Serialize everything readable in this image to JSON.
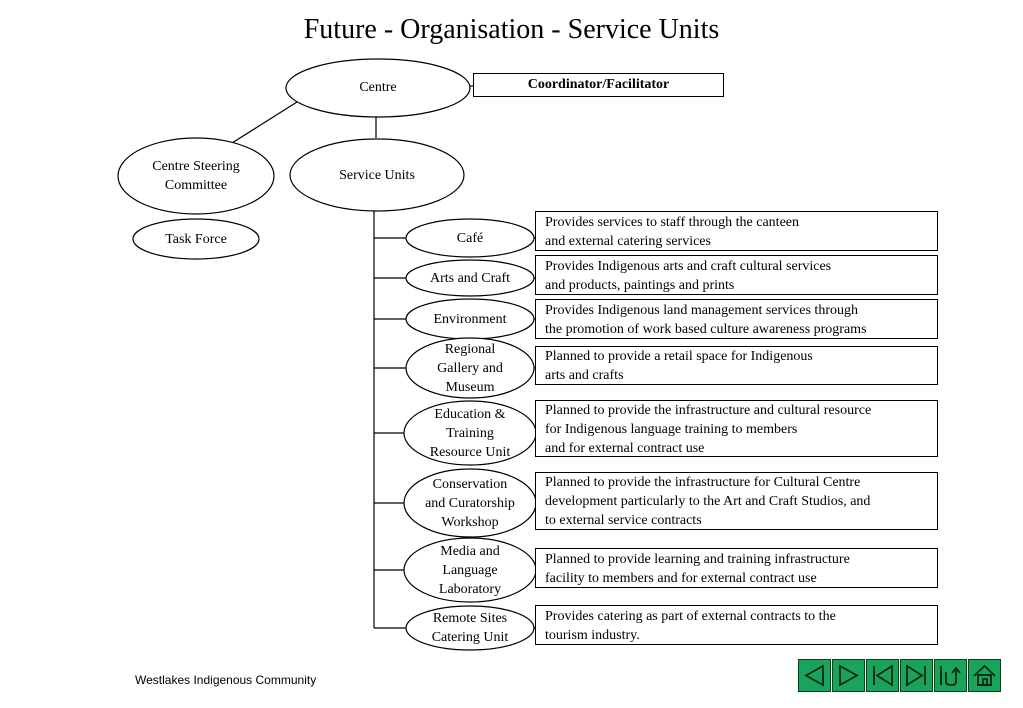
{
  "title": "Future - Organisation - Service Units",
  "centre": "Centre",
  "coordinator": "Coordinator/Facilitator",
  "steering_committee": "Centre Steering\nCommittee",
  "task_force": "Task Force",
  "service_units": "Service Units",
  "units": [
    {
      "name": "Café",
      "description": "Provides services to staff through the canteen\nand external catering services"
    },
    {
      "name": "Arts and Craft",
      "description": "Provides Indigenous arts and craft cultural services\nand products, paintings and prints"
    },
    {
      "name": "Environment",
      "description": "Provides Indigenous land management services through\nthe promotion of work based culture awareness programs"
    },
    {
      "name": "Regional\nGallery and\nMuseum",
      "description": "Planned to provide a retail space for Indigenous\narts and crafts"
    },
    {
      "name": "Education &\nTraining\nResource Unit",
      "description": "Planned to provide the infrastructure and cultural resource\nfor Indigenous language training to members\nand for external contract use"
    },
    {
      "name": "Conservation\nand Curatorship\nWorkshop",
      "description": "Planned to provide the infrastructure for Cultural Centre\ndevelopment particularly to the Art and Craft Studios, and\nto external service contracts"
    },
    {
      "name": "Media and\nLanguage\nLaboratory",
      "description": "Planned to provide learning and training infrastructure\nfacility to members and for external contract use"
    },
    {
      "name": "Remote Sites\nCatering Unit",
      "description": "Provides catering as part of external contracts to the\ntourism industry."
    }
  ],
  "footer": "Westlakes Indigenous Community",
  "nav_buttons": [
    "first-icon",
    "next-icon",
    "previous-jump-icon",
    "last-icon",
    "return-icon",
    "home-icon"
  ],
  "colors": {
    "nav_button": "#1aa35a"
  }
}
